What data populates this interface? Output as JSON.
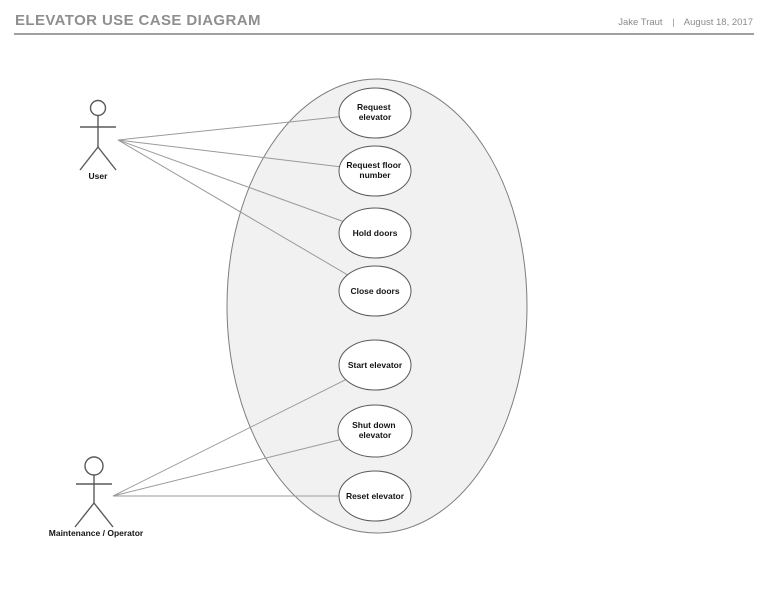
{
  "header": {
    "title": "ELEVATOR USE CASE DIAGRAM",
    "author": "Jake Traut",
    "separator": "|",
    "date": "August 18, 2017"
  },
  "diagram": {
    "actors": [
      {
        "id": "user",
        "label": "User"
      },
      {
        "id": "maintenance-operator",
        "label": "Maintenance / Operator"
      }
    ],
    "use_cases": [
      {
        "id": "request-elevator",
        "label": "Request elevator",
        "line1": "Request",
        "line2": "elevator"
      },
      {
        "id": "request-floor-number",
        "label": "Request floor number",
        "line1": "Request floor",
        "line2": "number"
      },
      {
        "id": "hold-doors",
        "label": "Hold doors",
        "line1": "Hold doors"
      },
      {
        "id": "close-doors",
        "label": "Close doors",
        "line1": "Close doors"
      },
      {
        "id": "start-elevator",
        "label": "Start elevator",
        "line1": "Start elevator"
      },
      {
        "id": "shut-down-elevator",
        "label": "Shut down elevator",
        "line1": "Shut down",
        "line2": "elevator"
      },
      {
        "id": "reset-elevator",
        "label": "Reset elevator",
        "line1": "Reset elevator"
      }
    ],
    "associations": [
      {
        "actor": "User",
        "use_case": "Request elevator"
      },
      {
        "actor": "User",
        "use_case": "Request floor number"
      },
      {
        "actor": "User",
        "use_case": "Hold doors"
      },
      {
        "actor": "User",
        "use_case": "Close doors"
      },
      {
        "actor": "Maintenance / Operator",
        "use_case": "Start elevator"
      },
      {
        "actor": "Maintenance / Operator",
        "use_case": "Shut down elevator"
      },
      {
        "actor": "Maintenance / Operator",
        "use_case": "Reset elevator"
      }
    ],
    "colors": {
      "system_fill": "#f1f1f1",
      "system_stroke": "#7d7d7d",
      "use_case_fill": "#ffffff",
      "use_case_stroke": "#5a5a5a",
      "association": "#9a9a9a",
      "actor_stroke": "#5a5a5a",
      "header_text": "#8f8f8f",
      "label_text": "#141414"
    }
  }
}
